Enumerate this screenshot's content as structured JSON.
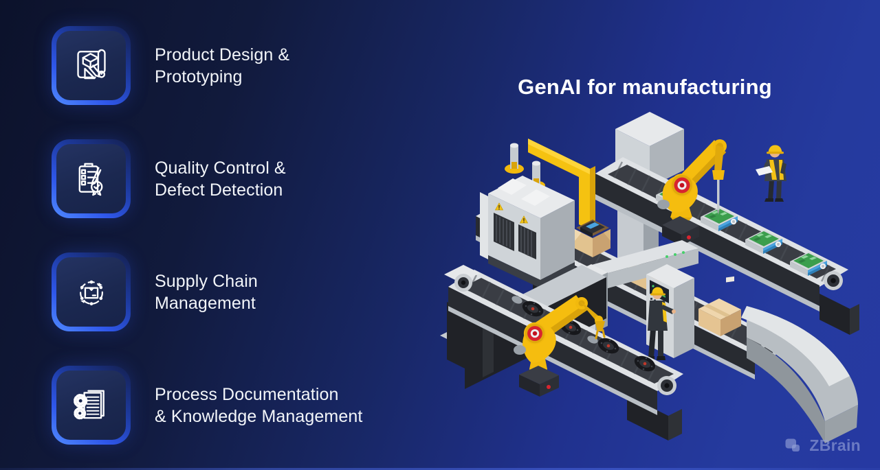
{
  "title": "GenAI for manufacturing",
  "features": [
    {
      "id": "product-design",
      "icon": "blueprint-icon",
      "lines": [
        "Product Design &",
        "Prototyping"
      ]
    },
    {
      "id": "quality-control",
      "icon": "checklist-badge-icon",
      "lines": [
        "Quality Control &",
        "Defect Detection"
      ]
    },
    {
      "id": "supply-chain",
      "icon": "supply-chain-network-icon",
      "lines": [
        "Supply Chain",
        "Management"
      ]
    },
    {
      "id": "process-documentation",
      "icon": "documents-gears-icon",
      "lines": [
        "Process Documentation",
        "& Knowledge Management"
      ]
    }
  ],
  "logo": {
    "text": "ZBrain",
    "icon": "zbrain-logo-mark"
  },
  "illustration": {
    "alt": "Isometric smart factory scene: robotic arms assembling circuit boards and wheels on conveyor belts, a press machine, a packing station with control kiosk, cardboard boxes, a discharge chute and two workers in yellow hard hats",
    "elements": [
      "press-machine",
      "pcb-conveyor",
      "upper-robot-arm",
      "inspector-worker",
      "box-conveyor",
      "control-kiosk",
      "operator-worker",
      "wheel-conveyor",
      "lower-robot-arm",
      "discharge-chute",
      "cardboard-boxes"
    ]
  },
  "colors": {
    "background_dark": "#0c122b",
    "background_blue": "#253a9e",
    "accent_blue": "#3a67ff",
    "tile_fill": "#1b2850",
    "robot_yellow": "#f5c211",
    "alert_red": "#d8242f",
    "text": "#ffffff",
    "logo_text": "#96a3d8"
  }
}
